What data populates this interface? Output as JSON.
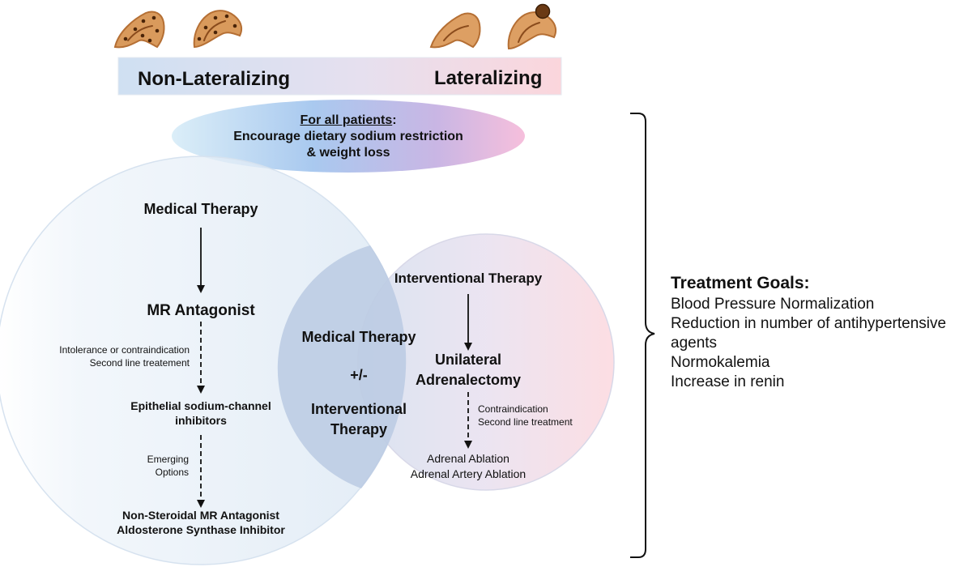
{
  "banner": {
    "left_label": "Non-Lateralizing",
    "right_label": "Lateralizing"
  },
  "all_patients": {
    "title": "For all patients",
    "colon": ":",
    "line1": "Encourage dietary sodium restriction",
    "line2": "& weight loss"
  },
  "medical_column": {
    "heading": "Medical Therapy",
    "first_line": "MR Antagonist",
    "step1_note_line1": "Intolerance or contraindication",
    "step1_note_line2": "Second line treatement",
    "second_line1": "Epithelial sodium-channel",
    "second_line2": "inhibitors",
    "step2_note_line1": "Emerging",
    "step2_note_line2": "Options",
    "third_line1": "Non-Steroidal MR Antagonist",
    "third_line2": "Aldosterone Synthase Inhibitor"
  },
  "overlap": {
    "line1": "Medical Therapy",
    "line2": "+/-",
    "line3": "Interventional",
    "line4": "Therapy"
  },
  "interventional_column": {
    "heading": "Interventional Therapy",
    "first_line1": "Unilateral",
    "first_line2": "Adrenalectomy",
    "note_line1": "Contraindication",
    "note_line2": "Second line treatment",
    "second_line1": "Adrenal Ablation",
    "second_line2": "Adrenal Artery Ablation"
  },
  "treatment_goals": {
    "title": "Treatment Goals:",
    "items": [
      "Blood Pressure Normalization",
      "Reduction in number of antihypertensive",
      "agents",
      "Normokalemia",
      "Increase in renin"
    ]
  },
  "colors": {
    "blue": "#cfe0f2",
    "pink": "#f9d2dc",
    "gland": "#d99a5c",
    "nodule": "#6b3a14"
  },
  "icons": [
    "adrenal-gland-icon",
    "adrenal-nodule-icon"
  ]
}
